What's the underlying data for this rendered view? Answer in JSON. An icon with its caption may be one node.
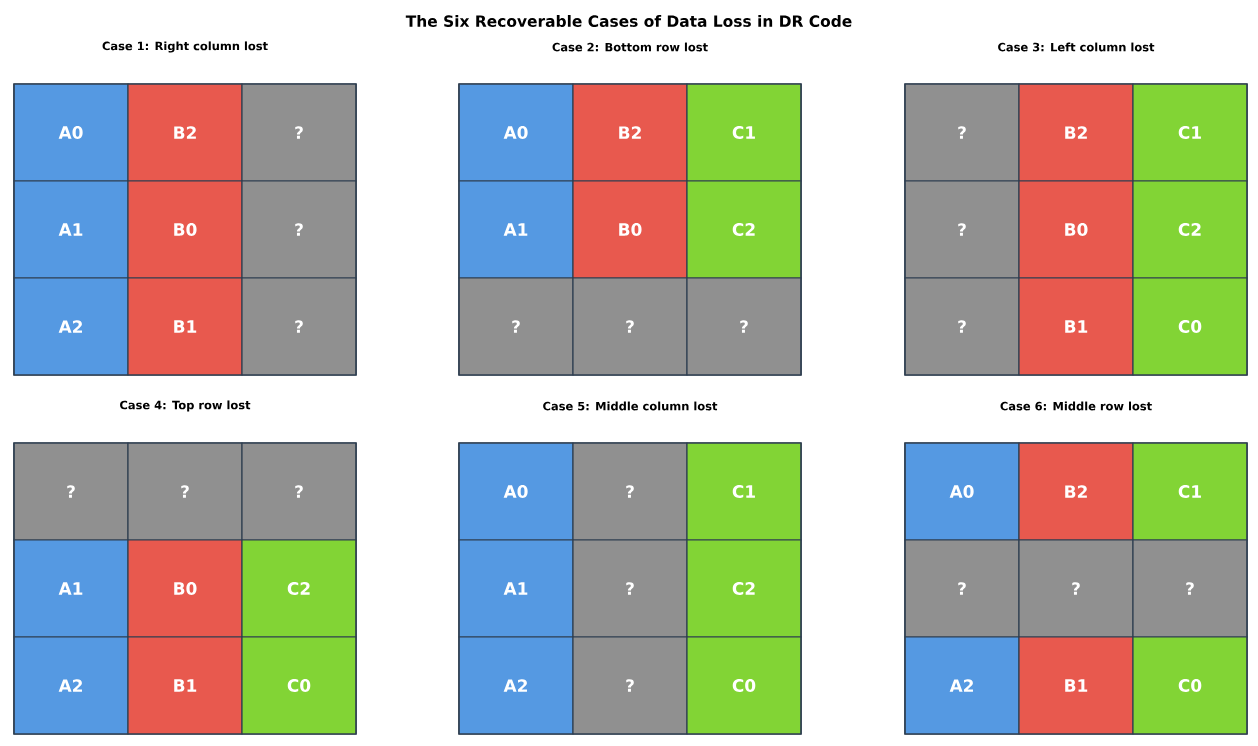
{
  "diagram": {
    "title": "The Six Recoverable Cases of Data Loss in DR Code",
    "nodes": [
      {
        "text": [
          "Case 1: Right column lost"
        ]
      },
      {
        "text": [
          "A0"
        ],
        "in": 0
      },
      {
        "text": [
          "B2"
        ],
        "in": 0
      },
      {
        "text": [
          "?"
        ],
        "in": 0
      },
      {
        "text": [
          "A1"
        ],
        "in": 0
      },
      {
        "text": [
          "B0"
        ],
        "in": 0
      },
      {
        "text": [
          "?"
        ],
        "in": 0
      },
      {
        "text": [
          "A2"
        ],
        "in": 0
      },
      {
        "text": [
          "B1"
        ],
        "in": 0
      },
      {
        "text": [
          "?"
        ],
        "in": 0
      },
      {
        "text": [
          "Case 2: Bottom row lost"
        ]
      },
      {
        "text": [
          "A0"
        ],
        "in": 10
      },
      {
        "text": [
          "B2"
        ],
        "in": 10
      },
      {
        "text": [
          "C1"
        ],
        "in": 10
      },
      {
        "text": [
          "A1"
        ],
        "in": 10
      },
      {
        "text": [
          "B0"
        ],
        "in": 10
      },
      {
        "text": [
          "C2"
        ],
        "in": 10
      },
      {
        "text": [
          "?"
        ],
        "in": 10
      },
      {
        "text": [
          "?"
        ],
        "in": 10
      },
      {
        "text": [
          "?"
        ],
        "in": 10
      },
      {
        "text": [
          "Case 3: Left column lost"
        ]
      },
      {
        "text": [
          "?"
        ],
        "in": 20
      },
      {
        "text": [
          "B2"
        ],
        "in": 20
      },
      {
        "text": [
          "C1"
        ],
        "in": 20
      },
      {
        "text": [
          "?"
        ],
        "in": 20
      },
      {
        "text": [
          "B0"
        ],
        "in": 20
      },
      {
        "text": [
          "C2"
        ],
        "in": 20
      },
      {
        "text": [
          "?"
        ],
        "in": 20
      },
      {
        "text": [
          "B1"
        ],
        "in": 20
      },
      {
        "text": [
          "C0"
        ],
        "in": 20
      },
      {
        "text": [
          "Case 4: Top row lost"
        ]
      },
      {
        "text": [
          "?"
        ],
        "in": 30
      },
      {
        "text": [
          "?"
        ],
        "in": 30
      },
      {
        "text": [
          "?"
        ],
        "in": 30
      },
      {
        "text": [
          "A1"
        ],
        "in": 30
      },
      {
        "text": [
          "B0"
        ],
        "in": 30
      },
      {
        "text": [
          "C2"
        ],
        "in": 30
      },
      {
        "text": [
          "A2"
        ],
        "in": 30
      },
      {
        "text": [
          "B1"
        ],
        "in": 30
      },
      {
        "text": [
          "C0"
        ],
        "in": 30
      },
      {
        "text": [
          "Case 5: Middle column lost"
        ]
      },
      {
        "text": [
          "A0"
        ],
        "in": 40
      },
      {
        "text": [
          "?"
        ],
        "in": 40
      },
      {
        "text": [
          "C1"
        ],
        "in": 40
      },
      {
        "text": [
          "A1"
        ],
        "in": 40
      },
      {
        "text": [
          "?"
        ],
        "in": 40
      },
      {
        "text": [
          "C2"
        ],
        "in": 40
      },
      {
        "text": [
          "A2"
        ],
        "in": 40
      },
      {
        "text": [
          "?"
        ],
        "in": 40
      },
      {
        "text": [
          "C0"
        ],
        "in": 40
      },
      {
        "text": [
          "Case 6: Middle row lost"
        ]
      },
      {
        "text": [
          "A0"
        ],
        "in": 50
      },
      {
        "text": [
          "B2"
        ],
        "in": 50
      },
      {
        "text": [
          "C1"
        ],
        "in": 50
      },
      {
        "text": [
          "?"
        ],
        "in": 50
      },
      {
        "text": [
          "?"
        ],
        "in": 50
      },
      {
        "text": [
          "?"
        ],
        "in": 50
      },
      {
        "text": [
          "A2"
        ],
        "in": 50
      },
      {
        "text": [
          "B1"
        ],
        "in": 50
      },
      {
        "text": [
          "C0"
        ],
        "in": 50
      }
    ]
  }
}
